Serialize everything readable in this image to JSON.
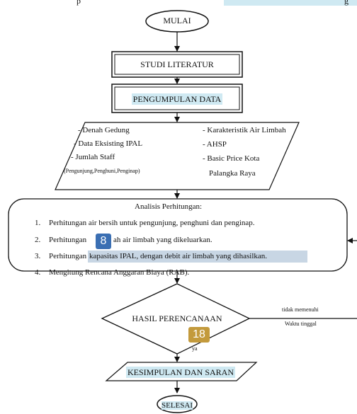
{
  "colors": {
    "highlight": "#cfe9f2",
    "selection": "#c8d6e4",
    "badge_blue": "#3b6fb3",
    "badge_gold": "#c39a3c"
  },
  "top_fragment": {
    "left": "p",
    "right": "g"
  },
  "start": "MULAI",
  "steps": {
    "literature": "STUDI LITERATUR",
    "data_collection": "PENGUMPULAN DATA"
  },
  "data_inputs": {
    "left": [
      "- Denah Gedung",
      "- Data Eksisting IPAL",
      "- Jumlah Staff",
      "(Pengunjung,Penghuni,Penginap)"
    ],
    "right": [
      "- Karakteristik Air Limbah",
      "- AHSP",
      "- Basic Price Kota",
      "Palangka Raya"
    ]
  },
  "analysis": {
    "title": "Analisis Perhitungan:",
    "items": [
      {
        "num": "1.",
        "text": "Perhitungan air bersih untuk pengunjung, penghuni dan penginap."
      },
      {
        "num": "2.",
        "pre": "Perhitungan",
        "post": "ah air limbah yang dikeluarkan."
      },
      {
        "num": "3.",
        "pre": "Perhitungan",
        "post": "kapasitas IPAL, dengan debit air limbah yang dihasilkan."
      },
      {
        "num": "4.",
        "text": "Mengitung Rencana Anggaran Biaya (RAB)."
      }
    ]
  },
  "decision": {
    "label": "HASIL PERENCANAAN",
    "no_line1": "tidak memenuhi",
    "no_line2": "Waktu tinggal",
    "yes": "ya"
  },
  "conclusion": "KESIMPULAN DAN SARAN",
  "end": "SELESAI",
  "badges": {
    "first": "8",
    "second": "18"
  }
}
